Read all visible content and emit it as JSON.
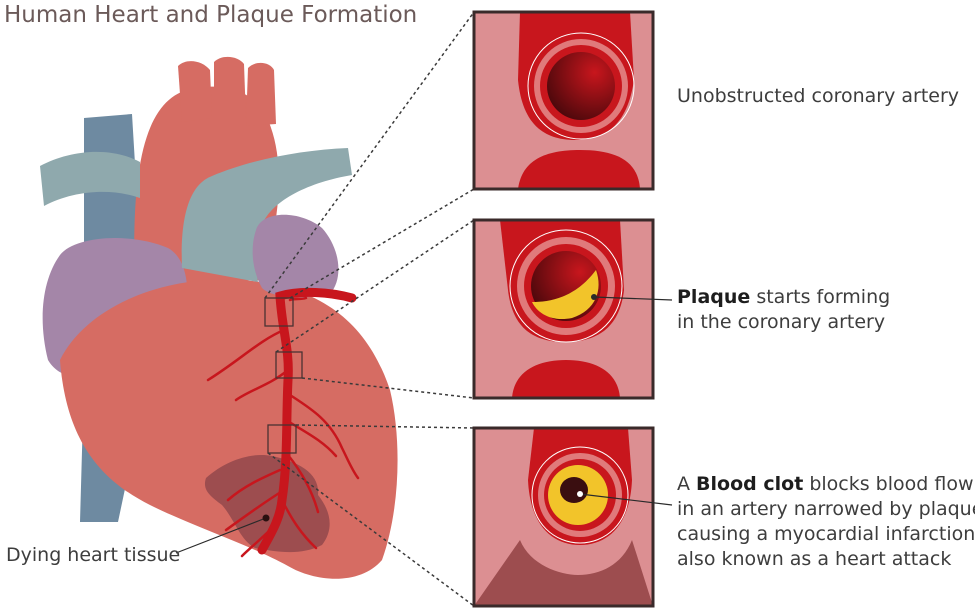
{
  "title": "Human Heart and Plaque Formation",
  "labels": {
    "unobstructed": "Unobstructed coronary artery",
    "plaque_bold": "Plaque",
    "plaque_line1_rest": " starts forming",
    "plaque_line2": "in the coronary artery",
    "clot_prefix": "A ",
    "clot_bold": "Blood clot",
    "clot_line1_rest": " blocks blood flow",
    "clot_line2": "in an artery narrowed by plaque",
    "clot_line3": "causing a myocardial infarction",
    "clot_line4": "also known as a heart attack",
    "dying": "Dying heart tissue"
  },
  "colors": {
    "heart": "#d66c63",
    "heart_dark": "#c65c56",
    "vein_blue": "#6e8aa1",
    "vessel_teal": "#8fa9ad",
    "atrium_purple": "#a486a8",
    "artery_red": "#c8161d",
    "dying_tissue": "#9d4d4f",
    "plaque_yellow": "#f2c42a",
    "clot": "#3a0e10",
    "panel_bg": "#dc8f92"
  }
}
